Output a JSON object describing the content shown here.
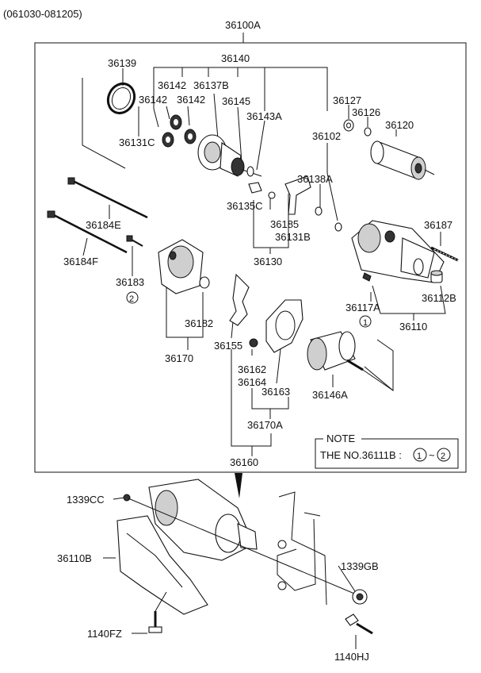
{
  "header": {
    "date_range": "(061030-081205)"
  },
  "assembly_label": "36100A",
  "labels": {
    "p36139": "36139",
    "p36140": "36140",
    "p36142a": "36142",
    "p36142b": "36142",
    "p36142c": "36142",
    "p36137B": "36137B",
    "p36145": "36145",
    "p36143A": "36143A",
    "p36131C": "36131C",
    "p36127": "36127",
    "p36126": "36126",
    "p36120": "36120",
    "p36102": "36102",
    "p36138A": "36138A",
    "p36135C": "36135C",
    "p36185": "36185",
    "p36131B": "36131B",
    "p36130": "36130",
    "p36184E": "36184E",
    "p36184F": "36184F",
    "p36183": "36183",
    "p36183_note": "2",
    "p36182": "36182",
    "p36170": "36170",
    "p36187": "36187",
    "p36117A": "36117A",
    "p36117A_note": "1",
    "p36112B": "36112B",
    "p36110": "36110",
    "p36155": "36155",
    "p36162": "36162",
    "p36164": "36164",
    "p36163": "36163",
    "p36146A": "36146A",
    "p36170A": "36170A",
    "p36160": "36160",
    "p1339CC": "1339CC",
    "p36110B": "36110B",
    "p1339GB": "1339GB",
    "p1140FZ": "1140FZ",
    "p1140HJ": "1140HJ"
  },
  "note": {
    "title": "NOTE",
    "text": "THE NO.36111B :",
    "range_start": "1",
    "range_sep": "~",
    "range_end": "2"
  }
}
